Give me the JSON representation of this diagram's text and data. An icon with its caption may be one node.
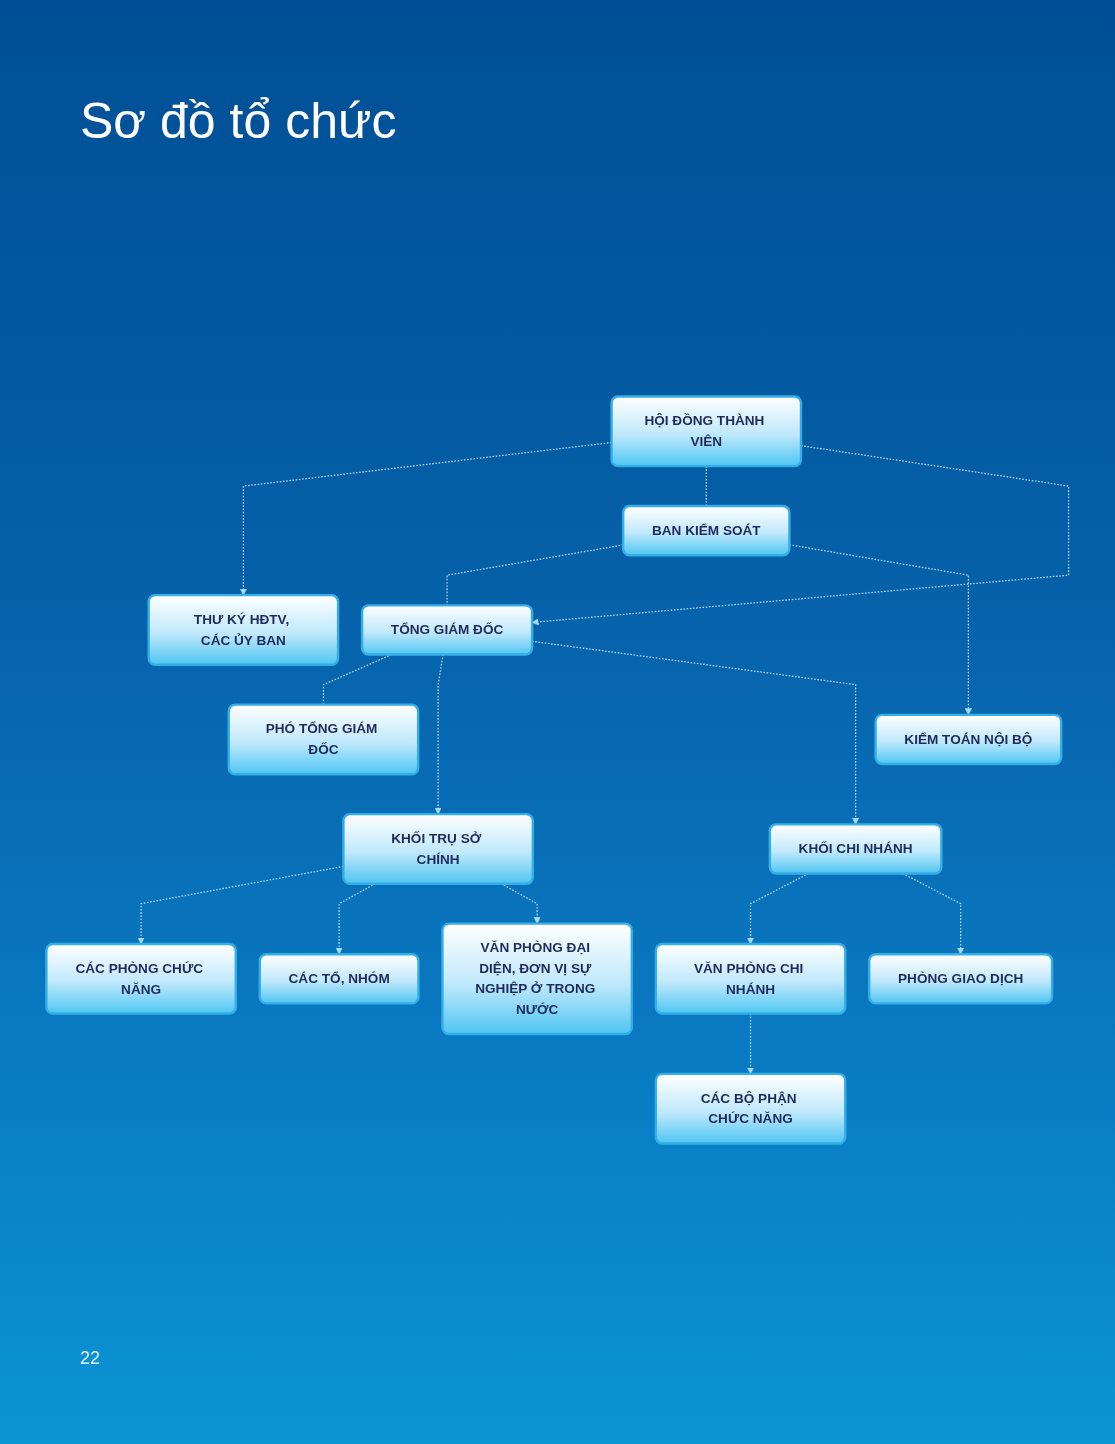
{
  "diagram": {
    "title": "Sơ đồ tổ chức",
    "nodes": [
      {
        "text": [
          "HỘI ĐỒNG THÀNH VIÊN"
        ]
      },
      {
        "text": [
          "THƯ KÝ HĐTV, CÁC ỦY BAN"
        ]
      },
      {
        "text": [
          "BAN KIỂM SOÁT"
        ]
      },
      {
        "text": [
          "TỔNG GIÁM ĐỐC"
        ]
      },
      {
        "text": [
          "PHÓ TỔNG GIÁM ĐỐC"
        ]
      },
      {
        "text": [
          "KIỂM TOÁN NỘI BỘ"
        ]
      },
      {
        "text": [
          "KHỐI TRỤ SỞ CHÍNH"
        ]
      },
      {
        "text": [
          "KHỐI CHI NHÁNH"
        ]
      },
      {
        "text": [
          "CÁC PHÒNG CHỨC NĂNG"
        ]
      },
      {
        "text": [
          "CÁC TỔ, NHÓM"
        ]
      },
      {
        "text": [
          "VĂN PHÒNG ĐẠI DIỆN, ĐƠN VỊ SỰ NGHIỆP Ở TRONG NƯỚC"
        ]
      },
      {
        "text": [
          "VĂN PHÒNG CHI NHÁNH"
        ]
      },
      {
        "text": [
          "PHÒNG GIAO DỊCH"
        ]
      },
      {
        "text": [
          "CÁC BỘ PHẬN CHỨC NĂNG"
        ]
      }
    ],
    "edges": [
      {
        "from": 0,
        "to": 1,
        "arrow": "to",
        "style": "dashed"
      },
      {
        "from": 0,
        "to": 2,
        "arrow": "none",
        "style": "dashed"
      },
      {
        "from": 0,
        "to": 3,
        "arrow": "to",
        "style": "dashed"
      },
      {
        "from": 2,
        "to": 3,
        "arrow": "none",
        "style": "dashed"
      },
      {
        "from": 2,
        "to": 5,
        "arrow": "to",
        "style": "dashed"
      },
      {
        "from": 3,
        "to": 4,
        "arrow": "none",
        "style": "dashed"
      },
      {
        "from": 3,
        "to": 6,
        "arrow": "to",
        "style": "dashed"
      },
      {
        "from": 3,
        "to": 7,
        "arrow": "to",
        "style": "dashed"
      },
      {
        "from": 6,
        "to": 8,
        "arrow": "to",
        "style": "dashed"
      },
      {
        "from": 6,
        "to": 9,
        "arrow": "to",
        "style": "dashed"
      },
      {
        "from": 6,
        "to": 10,
        "arrow": "to",
        "style": "dashed"
      },
      {
        "from": 7,
        "to": 11,
        "arrow": "to",
        "style": "dashed"
      },
      {
        "from": 7,
        "to": 12,
        "arrow": "to",
        "style": "dashed"
      },
      {
        "from": 11,
        "to": 13,
        "arrow": "to",
        "style": "dashed"
      }
    ],
    "labels": [
      "22"
    ]
  }
}
